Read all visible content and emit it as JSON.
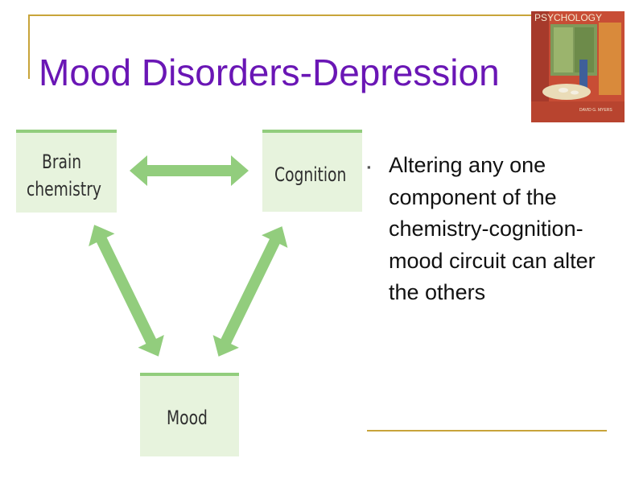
{
  "slide": {
    "title": "Mood Disorders-Depression"
  },
  "book_cover": {
    "title": "PSYCHOLOGY",
    "author": "DAVID G. MYERS",
    "colors": {
      "red": "#c84d35",
      "orange": "#d98a3b",
      "green": "#6d8b4a",
      "cream": "#eadcb8"
    }
  },
  "diagram": {
    "nodes": {
      "brain": {
        "label_line1": "Brain",
        "label_line2": "chemistry"
      },
      "cognition": {
        "label": "Cognition"
      },
      "mood": {
        "label": "Mood"
      }
    },
    "arrow_color": "#92cd7d",
    "box_fill": "#e7f3dd",
    "connections": [
      {
        "from": "Brain chemistry",
        "to": "Cognition",
        "bidirectional": true
      },
      {
        "from": "Brain chemistry",
        "to": "Mood",
        "bidirectional": true
      },
      {
        "from": "Cognition",
        "to": "Mood",
        "bidirectional": true
      }
    ]
  },
  "bullet": {
    "marker": "▪",
    "text": "Altering any one component of the chemistry-cognition-mood circuit can alter the others"
  },
  "colors": {
    "title": "#6a16b5",
    "accent_gold": "#c8a43a"
  }
}
